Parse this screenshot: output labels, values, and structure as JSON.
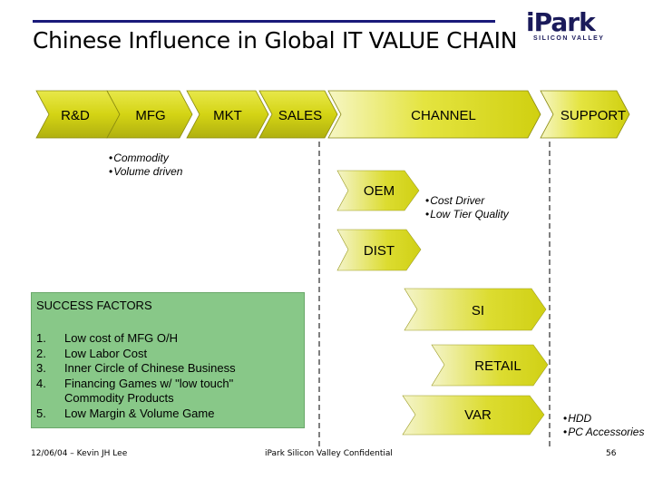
{
  "title": "Chinese Influence in Global IT VALUE CHAIN",
  "logo": {
    "main": "iPark",
    "sub": "SILICON VALLEY"
  },
  "colors": {
    "arrow_fill": "#d9d916",
    "arrow_light": "#f2f2a0",
    "success_box": "#88c888",
    "title_rule": "#1a1a7a"
  },
  "stages": [
    "R&D",
    "MFG",
    "MKT",
    "SALES",
    "CHANNEL",
    "SUPPORT"
  ],
  "notes": {
    "mfg": [
      "Commodity",
      "Volume driven"
    ],
    "oem": [
      "Cost Driver",
      "Low Tier Quality"
    ],
    "var": [
      "HDD",
      "PC Accessories"
    ]
  },
  "channels": [
    "OEM",
    "DIST",
    "SI",
    "RETAIL",
    "VAR"
  ],
  "success_factors": {
    "title": "SUCCESS FACTORS",
    "items": [
      {
        "num": "1.",
        "text": "Low cost of MFG O/H"
      },
      {
        "num": "2.",
        "text": "Low Labor Cost"
      },
      {
        "num": "3.",
        "text": "Inner Circle of Chinese Business"
      },
      {
        "num": "4.",
        "text": "Financing Games w/ \"low touch\"",
        "text2": "Commodity Products"
      },
      {
        "num": "5.",
        "text": "Low Margin & Volume Game"
      }
    ]
  },
  "footer": {
    "date_author": "12/06/04 – Kevin JH Lee",
    "confidential": "iPark Silicon Valley Confidential",
    "page": "56"
  }
}
